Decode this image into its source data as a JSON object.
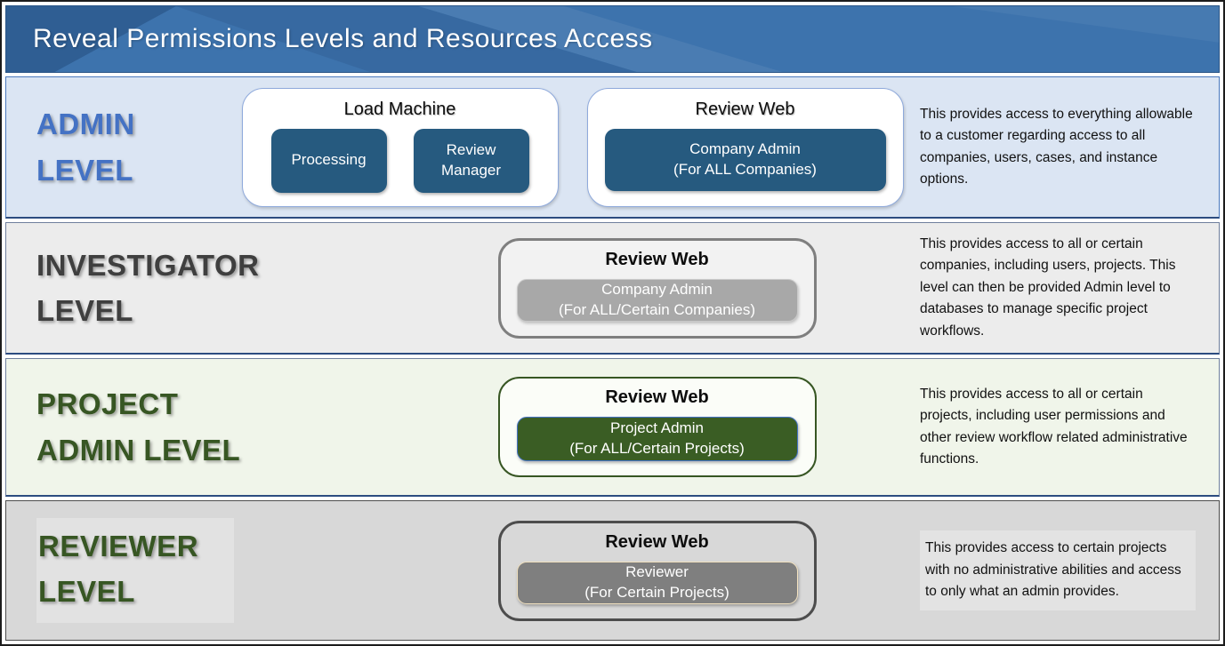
{
  "header": {
    "title": "Reveal Permissions Levels and Resources Access"
  },
  "colors": {
    "header_blue": "#3d73ad",
    "dark_blue_button": "#265a7f",
    "admin_row_fill": "#dbe5f3",
    "admin_label_blue": "#4472c4",
    "investigator_label_gray": "#3f3f3f",
    "green_label": "#375623",
    "green_button": "#3a5d24",
    "gray_button": "#a8a8a8",
    "reviewer_button_gray": "#7f7f7f",
    "reviewer_row_fill": "#d8d8d8",
    "project_row_fill": "#f0f5ea",
    "investigator_row_fill": "#ececec"
  },
  "rows": [
    {
      "name": "admin",
      "label": {
        "line1": "ADMIN",
        "line2": "LEVEL"
      },
      "load_machine_card": {
        "title": "Load Machine",
        "processing_label": "Processing",
        "review_manager_line1": "Review",
        "review_manager_line2": "Manager"
      },
      "review_web_card": {
        "title": "Review Web",
        "button_line1": "Company Admin",
        "button_line2": "(For ALL Companies)"
      },
      "description": "This provides access to everything allowable to a customer regarding access to all companies, users, cases, and instance options."
    },
    {
      "name": "investigator",
      "label": {
        "line1": "INVESTIGATOR",
        "line2": "LEVEL"
      },
      "review_web_card": {
        "title": "Review Web",
        "button_line1": "Company Admin",
        "button_line2": "(For ALL/Certain Companies)"
      },
      "description": "This provides access to all or certain companies, including users, projects. This level can then be provided Admin level to databases to manage specific project workflows."
    },
    {
      "name": "project-admin",
      "label": {
        "line1": "PROJECT",
        "line2": "ADMIN LEVEL"
      },
      "review_web_card": {
        "title": "Review Web",
        "button_line1": "Project Admin",
        "button_line2": "(For ALL/Certain Projects)"
      },
      "description": "This provides access to all or certain projects, including user permissions and other review workflow related administrative functions."
    },
    {
      "name": "reviewer",
      "label": {
        "line1": "REVIEWER",
        "line2": "LEVEL"
      },
      "review_web_card": {
        "title": "Review Web",
        "button_line1": "Reviewer",
        "button_line2": "(For Certain Projects)"
      },
      "description": "This provides access to certain projects with no administrative abilities and access to only what an admin provides."
    }
  ]
}
